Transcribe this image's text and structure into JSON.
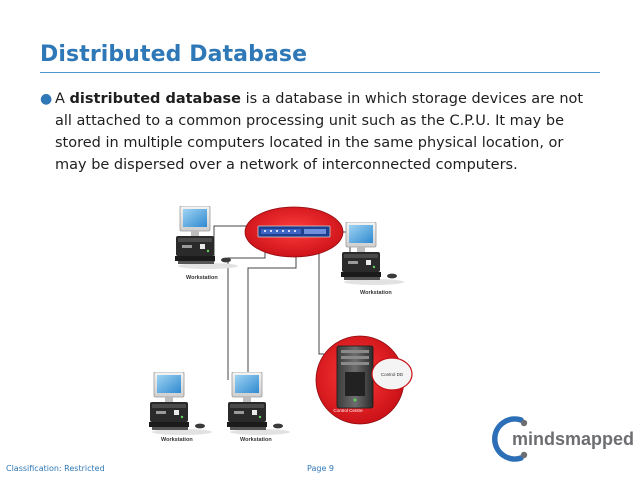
{
  "slide": {
    "title": "Distributed Database",
    "bullet": {
      "prefix": "A ",
      "bold_term": "distributed database",
      "rest": " is a database in which storage devices are not all attached to a common processing unit such as the C.P.U. It may be stored in multiple computers located in the same physical location, or may be dispersed over a network of interconnected computers."
    }
  },
  "diagram": {
    "workstation_label": "Workstation",
    "server_label": "Control DD",
    "server_sublabel": "Control Centre"
  },
  "logo": {
    "text": "mindsmapped"
  },
  "footer": {
    "classification": "Classification: Restricted",
    "page": "Page 9"
  },
  "colors": {
    "title": "#2e78b7",
    "accent": "#4f97cf",
    "hub_red": "#e21d25",
    "logo_blue": "#2d6fb7",
    "logo_grey": "#6d6e71"
  }
}
